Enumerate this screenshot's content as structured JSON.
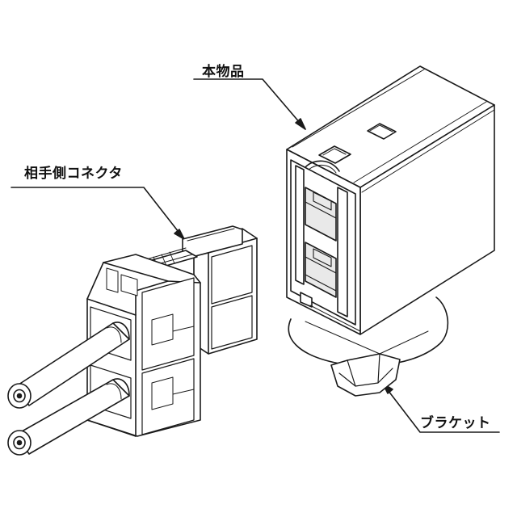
{
  "labels": {
    "main_product": "本物品",
    "mating_connector": "相手側コネクタ",
    "bracket": "ブラケット"
  },
  "colors": {
    "line": "#1a1a1a",
    "body_fill": "#ffffff",
    "shade_fill": "#e9e9e9",
    "dark_fill": "#cfcfcf"
  }
}
